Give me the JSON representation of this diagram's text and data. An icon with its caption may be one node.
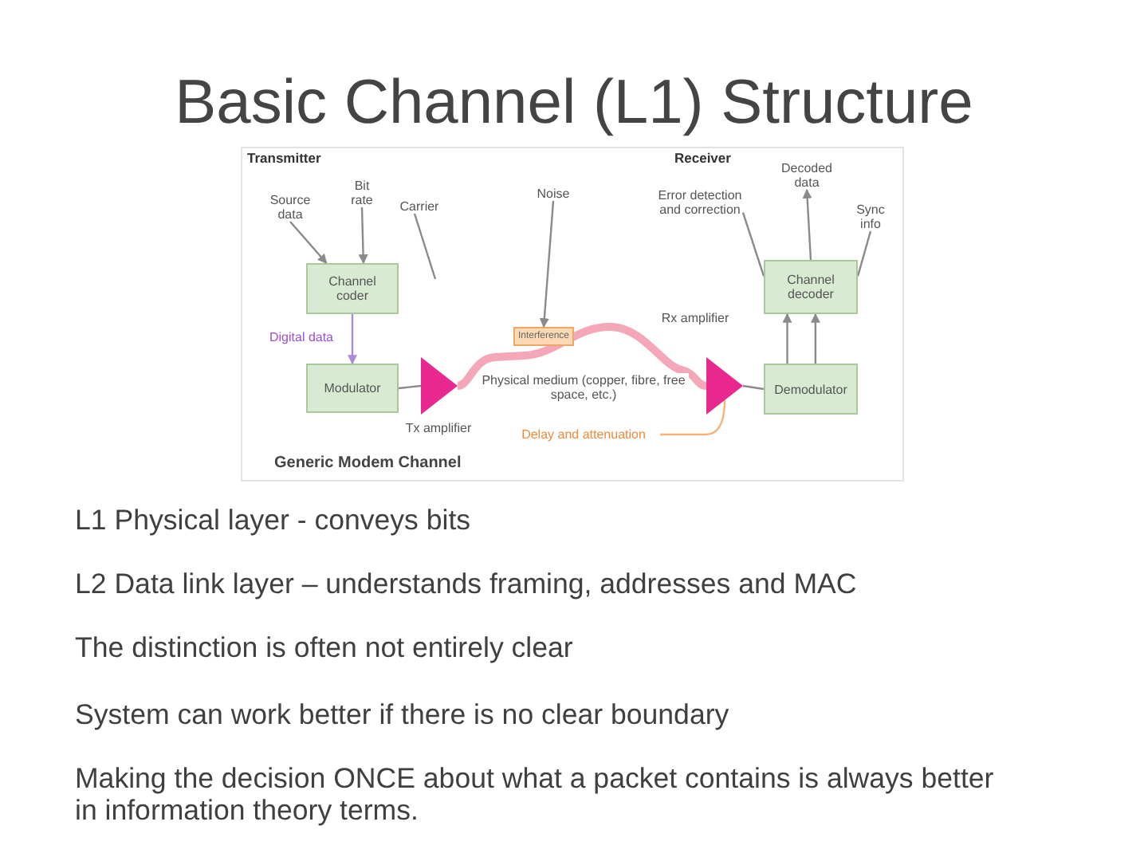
{
  "diagram": {
    "title": "Basic Channel (L1) Structure",
    "caption": "Generic Modem Channel",
    "nodes": [
      {
        "text": [
          "Source data"
        ]
      },
      {
        "text": [
          "Bit rate"
        ]
      },
      {
        "text": [
          "Carrier"
        ]
      },
      {
        "text": [
          "Channel coder"
        ]
      },
      {
        "text": [
          "Modulator"
        ]
      },
      {
        "text": [],
        "shape": "triangle",
        "beside": [
          "Tx amplifier"
        ]
      },
      {
        "text": [
          "Noise"
        ]
      },
      {
        "text": [
          "Interference"
        ]
      },
      {
        "text": [
          "Delay and attenuation"
        ]
      },
      {
        "text": [],
        "shape": "triangle",
        "beside": [
          "Rx amplifier"
        ]
      },
      {
        "text": [
          "Demodulator"
        ]
      },
      {
        "text": [
          "Channel decoder"
        ]
      },
      {
        "text": [
          "Decoded data"
        ]
      },
      {
        "text": [
          "Error detection and correction"
        ]
      },
      {
        "text": [
          "Sync info"
        ]
      }
    ],
    "edges": [
      {
        "from": 0,
        "to": 3,
        "arrow": "to"
      },
      {
        "from": 1,
        "to": 3,
        "arrow": "to"
      },
      {
        "from": 2,
        "to": null,
        "arrow": "none"
      },
      {
        "from": 3,
        "to": 4,
        "arrow": "to",
        "label": "Digital data",
        "color": "#a98bd8"
      },
      {
        "from": 4,
        "to": 5,
        "arrow": "none"
      },
      {
        "from": 5,
        "to": 9,
        "arrow": "none",
        "label": "Physical medium (copper, fibre, free space, etc.)",
        "style": "thick",
        "color": "#f4a7b9"
      },
      {
        "from": 6,
        "to": 7,
        "arrow": "to"
      },
      {
        "from": 8,
        "to": 9,
        "arrow": "none",
        "color": "#f7b27a"
      },
      {
        "from": 9,
        "to": 10,
        "arrow": "none"
      },
      {
        "from": 10,
        "to": 11,
        "arrow": "to"
      },
      {
        "from": 10,
        "to": 11,
        "arrow": "to"
      },
      {
        "from": 11,
        "to": 12,
        "arrow": "to"
      },
      {
        "from": 13,
        "to": 11,
        "arrow": "none"
      },
      {
        "from": 14,
        "to": 11,
        "arrow": "none"
      }
    ],
    "labels": [
      "Transmitter",
      "Receiver",
      "L1 Physical layer - conveys bits",
      "L2 Data link layer – understands framing, addresses and MAC",
      "The distinction is often not entirely clear",
      "System can work better if there is no clear boundary",
      "Making the decision ONCE about what a packet contains is always better in information theory terms."
    ]
  }
}
